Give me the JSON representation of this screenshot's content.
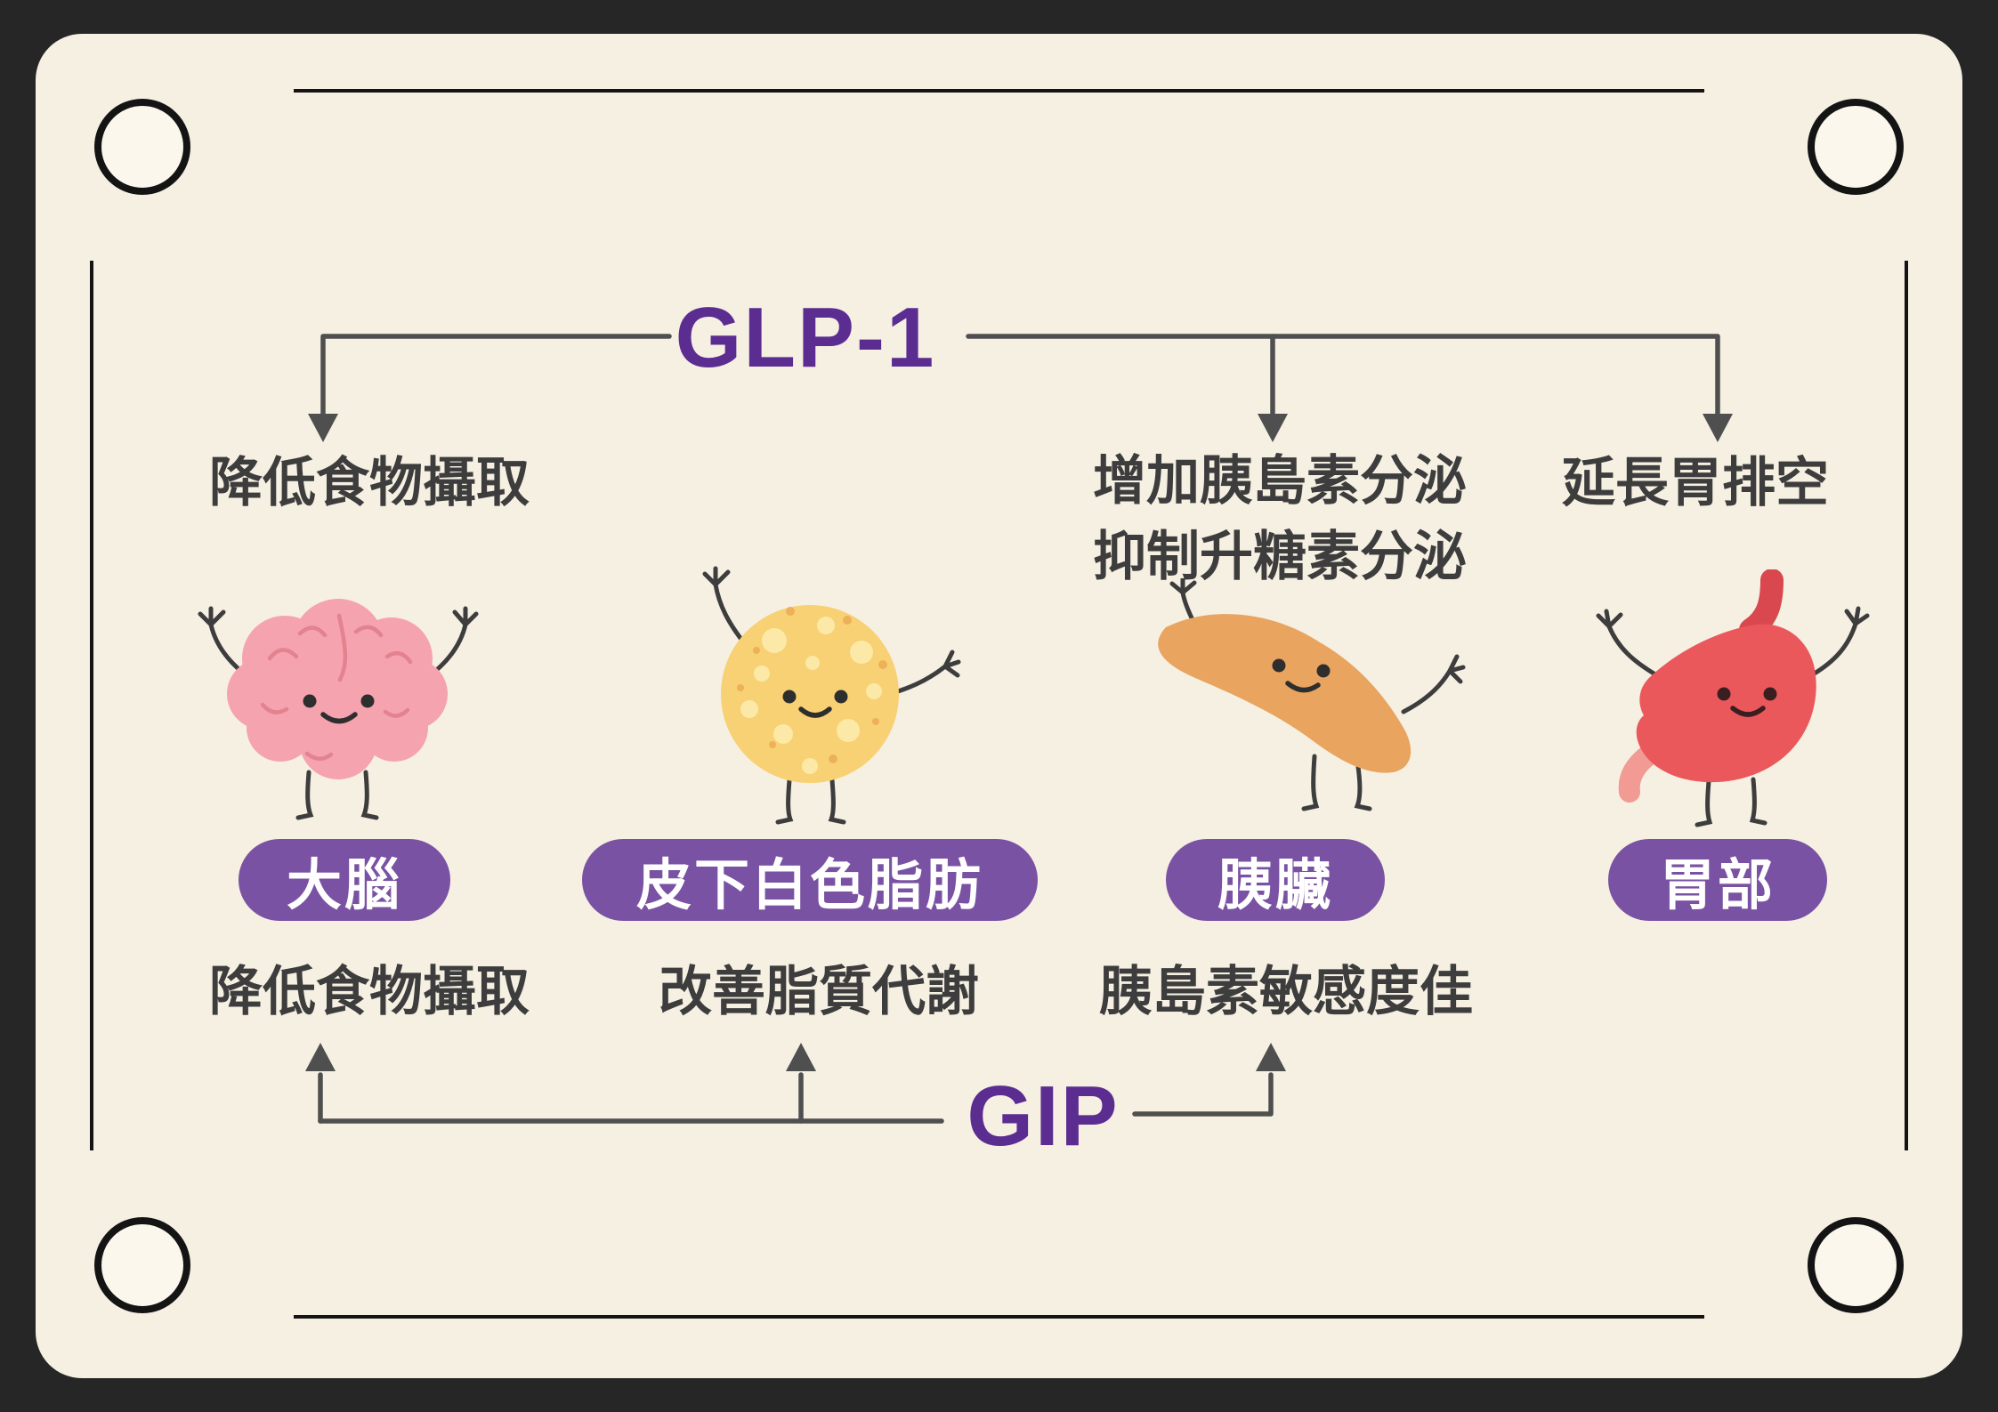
{
  "colors": {
    "background": "#262626",
    "card": "#f6f0e3",
    "title_purple": "#5c2d91",
    "pill_purple": "#7a52a3",
    "arrow_gray": "#4f4f4f",
    "label_gray": "#3d3d3d",
    "brain_pink": "#f5a3af",
    "fat_yellow": "#f7d173",
    "pancreas_orange": "#e9a45f",
    "stomach_red": "#ea585c"
  },
  "glp1": {
    "title": "GLP-1",
    "effects": {
      "brain": "降低食物攝取",
      "pancreas_line1": "增加胰島素分泌",
      "pancreas_line2": "抑制升糖素分泌",
      "stomach": "延長胃排空"
    }
  },
  "gip": {
    "title": "GIP",
    "effects": {
      "brain": "降低食物攝取",
      "fat": "改善脂質代謝",
      "pancreas": "胰島素敏感度佳"
    }
  },
  "organs": [
    {
      "id": "brain",
      "label": "大腦"
    },
    {
      "id": "fat",
      "label": "皮下白色脂肪"
    },
    {
      "id": "pancreas",
      "label": "胰臟"
    },
    {
      "id": "stomach",
      "label": "胃部"
    }
  ]
}
